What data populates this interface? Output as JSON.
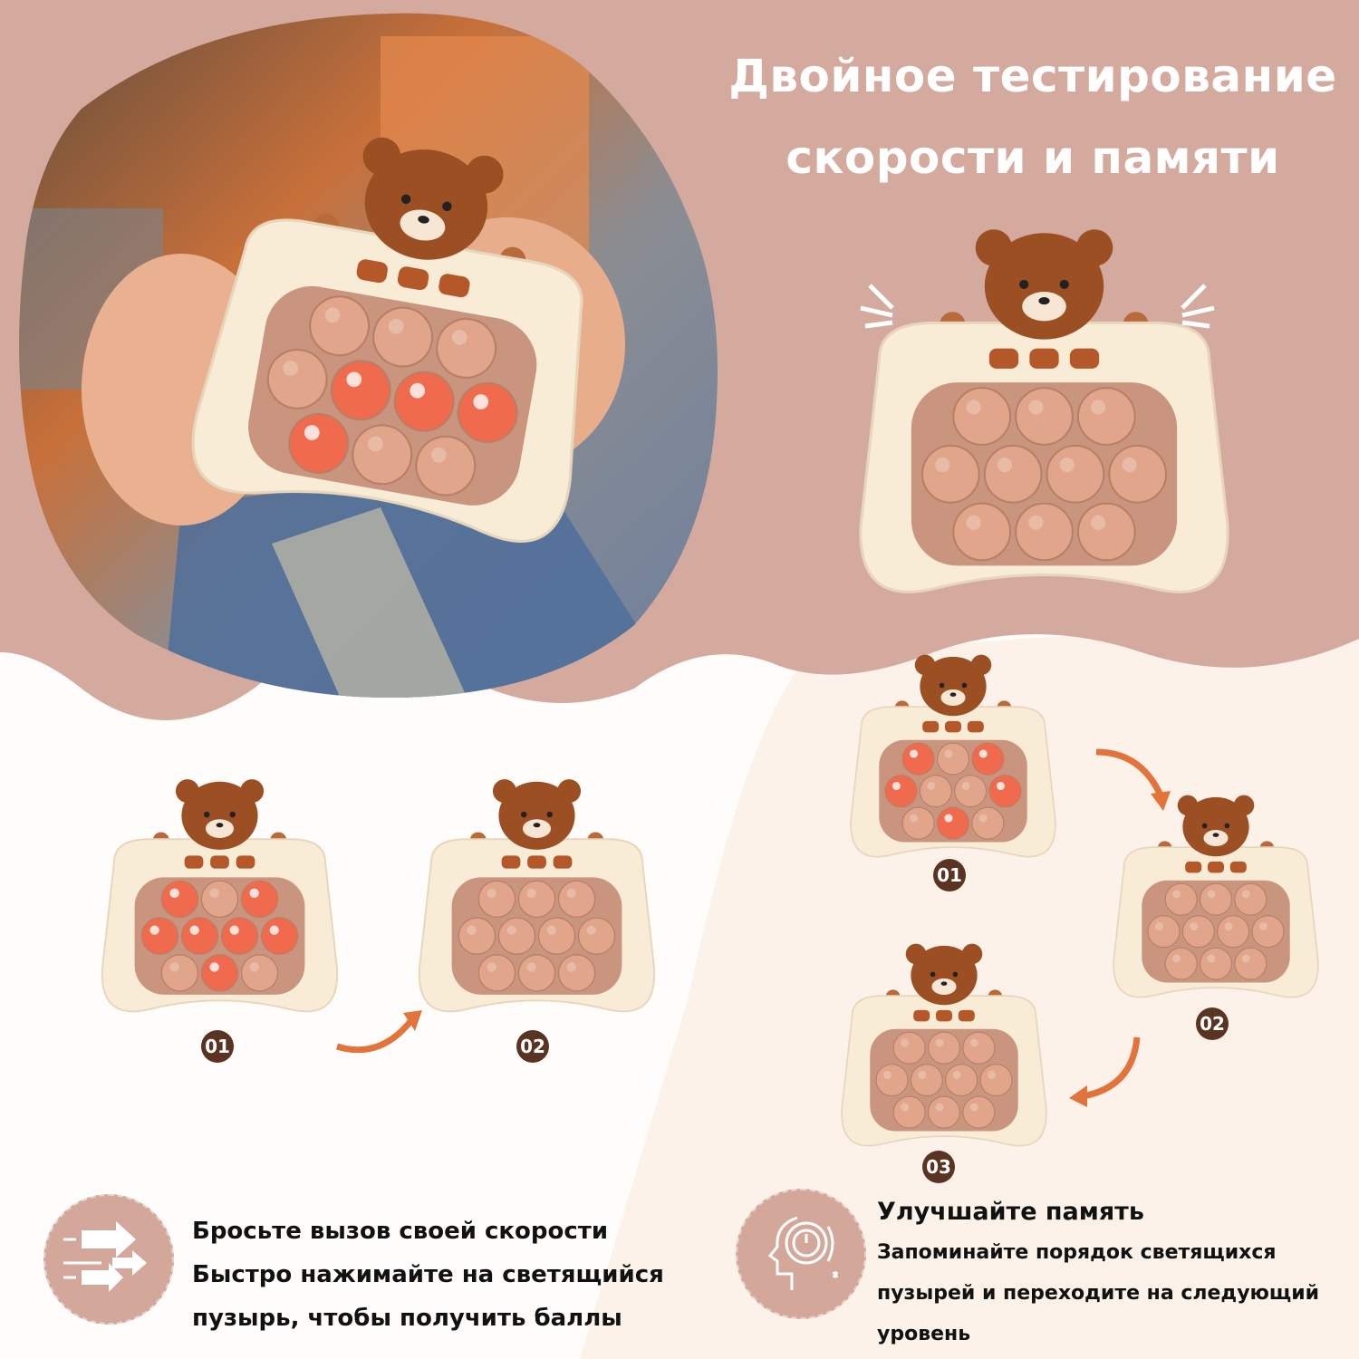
{
  "header": {
    "title_line1": "Двойное тестирование",
    "title_line2": "скорости и памяти"
  },
  "colors": {
    "top_bg": "#d4aa9e",
    "bottom_right_bg": "#fcf2e9",
    "toy_body": "#f8ecd6",
    "toy_panel": "#c9957e",
    "bubble": "#e0a58a",
    "bubble_lit": "#f06a4e",
    "bear": "#9c4f22",
    "badge": "#5a3322",
    "arrow": "#e2733a"
  },
  "toys": {
    "photo": {
      "lit": [
        4,
        5,
        6,
        7
      ]
    },
    "main": {
      "lit": []
    },
    "speed_01": {
      "lit": [
        0,
        2,
        3,
        4,
        5,
        6,
        8
      ]
    },
    "speed_02": {
      "lit": []
    },
    "memory_01": {
      "lit": [
        0,
        2,
        3,
        6,
        8
      ]
    },
    "memory_02": {
      "lit": []
    },
    "memory_03": {
      "lit": []
    }
  },
  "steps": {
    "speed": [
      "01",
      "02"
    ],
    "memory": [
      "01",
      "02",
      "03"
    ]
  },
  "features": {
    "speed": {
      "icon": "fast-arrows-icon",
      "title": "Бросьте вызов своей скорости",
      "line1": "Быстро нажимайте на светящийся",
      "line2": "пузырь, чтобы получить баллы"
    },
    "memory": {
      "icon": "head-clock-icon",
      "title": "Улучшайте память",
      "line1": "Запоминайте порядок светящихся",
      "line2": "пузырей и переходите на следующий",
      "line3": "уровень"
    }
  }
}
